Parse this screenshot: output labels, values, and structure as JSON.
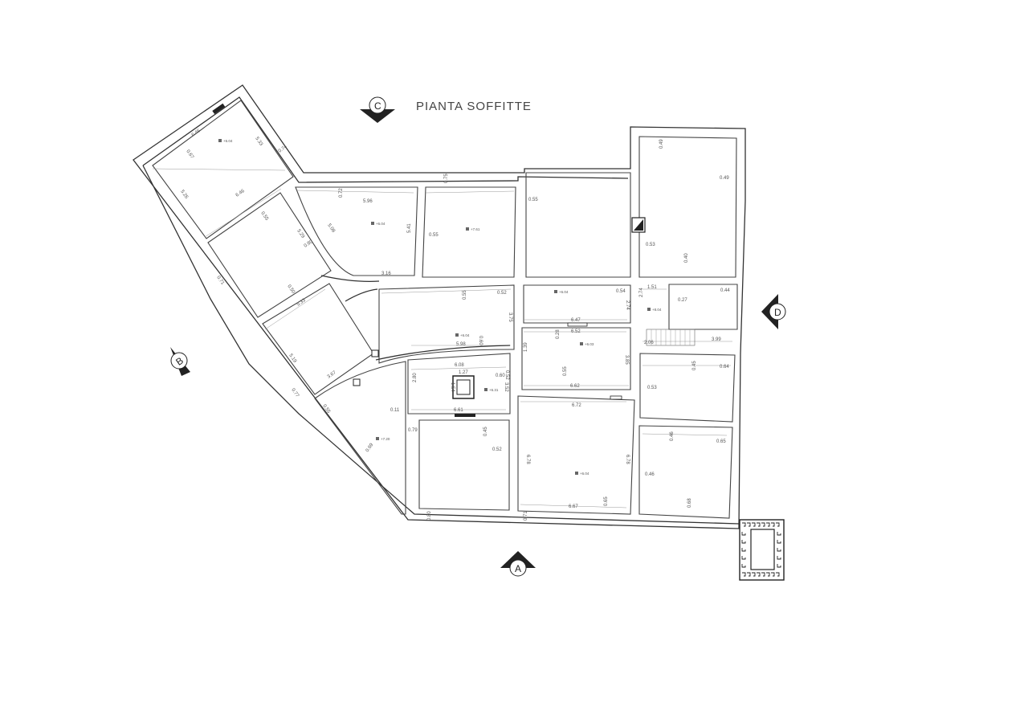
{
  "title": "PIANTA SOFFITTE",
  "sections": {
    "a": "A",
    "b": "B",
    "c": "C",
    "d": "D"
  },
  "levels": [
    "+6.04",
    "+6.04",
    "+7.61",
    "+6.04",
    "+6.04",
    "+6.03",
    "+6.31",
    "+8.04",
    "+7.20",
    "+6.04"
  ],
  "dimensions": [
    "6.46",
    "0.67",
    "5.33",
    "0.74",
    "5.26",
    "6.46",
    "0.55",
    "5.29",
    "0.80",
    "0.71",
    "0.72",
    "5.96",
    "5.08",
    "5.41",
    "0.55",
    "3.16",
    "0.75",
    "0.55",
    "5.33",
    "0.50",
    "5.19",
    "0.77",
    "3.67",
    "0.55",
    "0.55",
    "0.49",
    "0.49",
    "0.53",
    "0.40",
    "1.51",
    "0.44",
    "0.27",
    "2.74",
    "0.54",
    "2.74",
    "0.52",
    "6.47",
    "6.52",
    "0.28",
    "3.85",
    "5.98",
    "3.75",
    "0.60",
    "1.39",
    "0.52",
    "0.60",
    "6.08",
    "1.27",
    "2.80",
    "1.54",
    "3.52",
    "6.62",
    "0.55",
    "0.11",
    "6.61",
    "0.79",
    "0.45",
    "0.52",
    "0.69",
    "2.06",
    "3.99",
    "0.45",
    "0.64",
    "0.53",
    "6.72",
    "6.78",
    "6.78",
    "6.67",
    "0.65",
    "0.46",
    "0.65",
    "0.46",
    "0.68",
    "0.80",
    "0.71"
  ]
}
